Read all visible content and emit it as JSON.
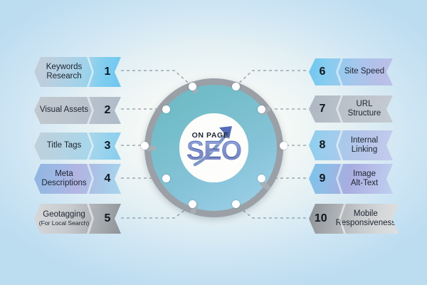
{
  "diagram": {
    "center": {
      "logo_top_text": "ON PAGE",
      "logo_main_text": "SEO",
      "arrow_icon": "growth-arrow-icon",
      "ring_color": "#7cc0cf",
      "ring_border_color": "#9aa0a6",
      "node_color": "#ffffff",
      "node_count": 10
    },
    "connector_style": "dashed",
    "connector_color": "#7b8a96",
    "background": {
      "corner_color": "#a9d4ef",
      "center_color": "#fbfcfa"
    },
    "left_items": [
      {
        "number": "1",
        "label": "Keywords",
        "label2": "Research",
        "sub": "",
        "fill": "linear-gradient(100deg,#c3cdd8 0%,#b9cfe0 22%,#9fd3ea 58%,#7fcdf0 78%,#6ec6ef 100%)"
      },
      {
        "number": "2",
        "label": "Visual Assets",
        "label2": "",
        "sub": "",
        "fill": "linear-gradient(100deg,#c2c8cf 0%,#bcc4cd 45%,#b4bfcb 75%,#aebbc8 100%)"
      },
      {
        "number": "3",
        "label": "Title Tags",
        "label2": "",
        "sub": "",
        "fill": "linear-gradient(100deg,#bfd0db 0%,#b6d3e2 30%,#a8d6ea 62%,#93d2ee 85%,#85cdec 100%)"
      },
      {
        "number": "4",
        "label": "Meta",
        "label2": "Descriptions",
        "sub": "",
        "fill": "linear-gradient(100deg,#8fb6e0 0%,#9fb8e4 26%,#b3b4e2 50%,#a9c3e6 70%,#a8d6ee 100%)"
      },
      {
        "number": "5",
        "label": "Geotagging",
        "label2": "",
        "sub": "(For Local Search)",
        "fill": "linear-gradient(100deg,#d6d8da 0%,#c8cbce 40%,#a9adb1 72%,#8e9398 100%)"
      }
    ],
    "right_items": [
      {
        "number": "6",
        "label": "Site Speed",
        "label2": "",
        "sub": "",
        "fill": "linear-gradient(100deg,#6ec6ef 0%,#86cdef 22%,#a6c6ec 55%,#b5bfe8 80%,#bdc0e6 100%)"
      },
      {
        "number": "7",
        "label": "URL Structure",
        "label2": "",
        "sub": "",
        "fill": "linear-gradient(100deg,#aeb8c2 0%,#b8c0c9 35%,#c0c6cd 70%,#c5cbd2 100%)"
      },
      {
        "number": "8",
        "label": "Internal",
        "label2": "Linking",
        "sub": "",
        "fill": "linear-gradient(100deg,#8ccfee 0%,#9fcdec 25%,#b2c6e9 55%,#bdc7ea 80%,#c2cdee 100%)"
      },
      {
        "number": "9",
        "label": "Image",
        "label2": "Alt-Text",
        "sub": "",
        "fill": "linear-gradient(100deg,#7cc4ea 0%,#92bbe6 24%,#a8ade0 48%,#b6bde8 72%,#bed0ef 100%)"
      },
      {
        "number": "10",
        "label": "Mobile",
        "label2": "Responsiveness",
        "sub": "",
        "fill": "linear-gradient(100deg,#8d9296 0%,#a8acb0 26%,#c6c9cb 56%,#d6d8da 80%,#dde0e1 100%)"
      }
    ]
  }
}
